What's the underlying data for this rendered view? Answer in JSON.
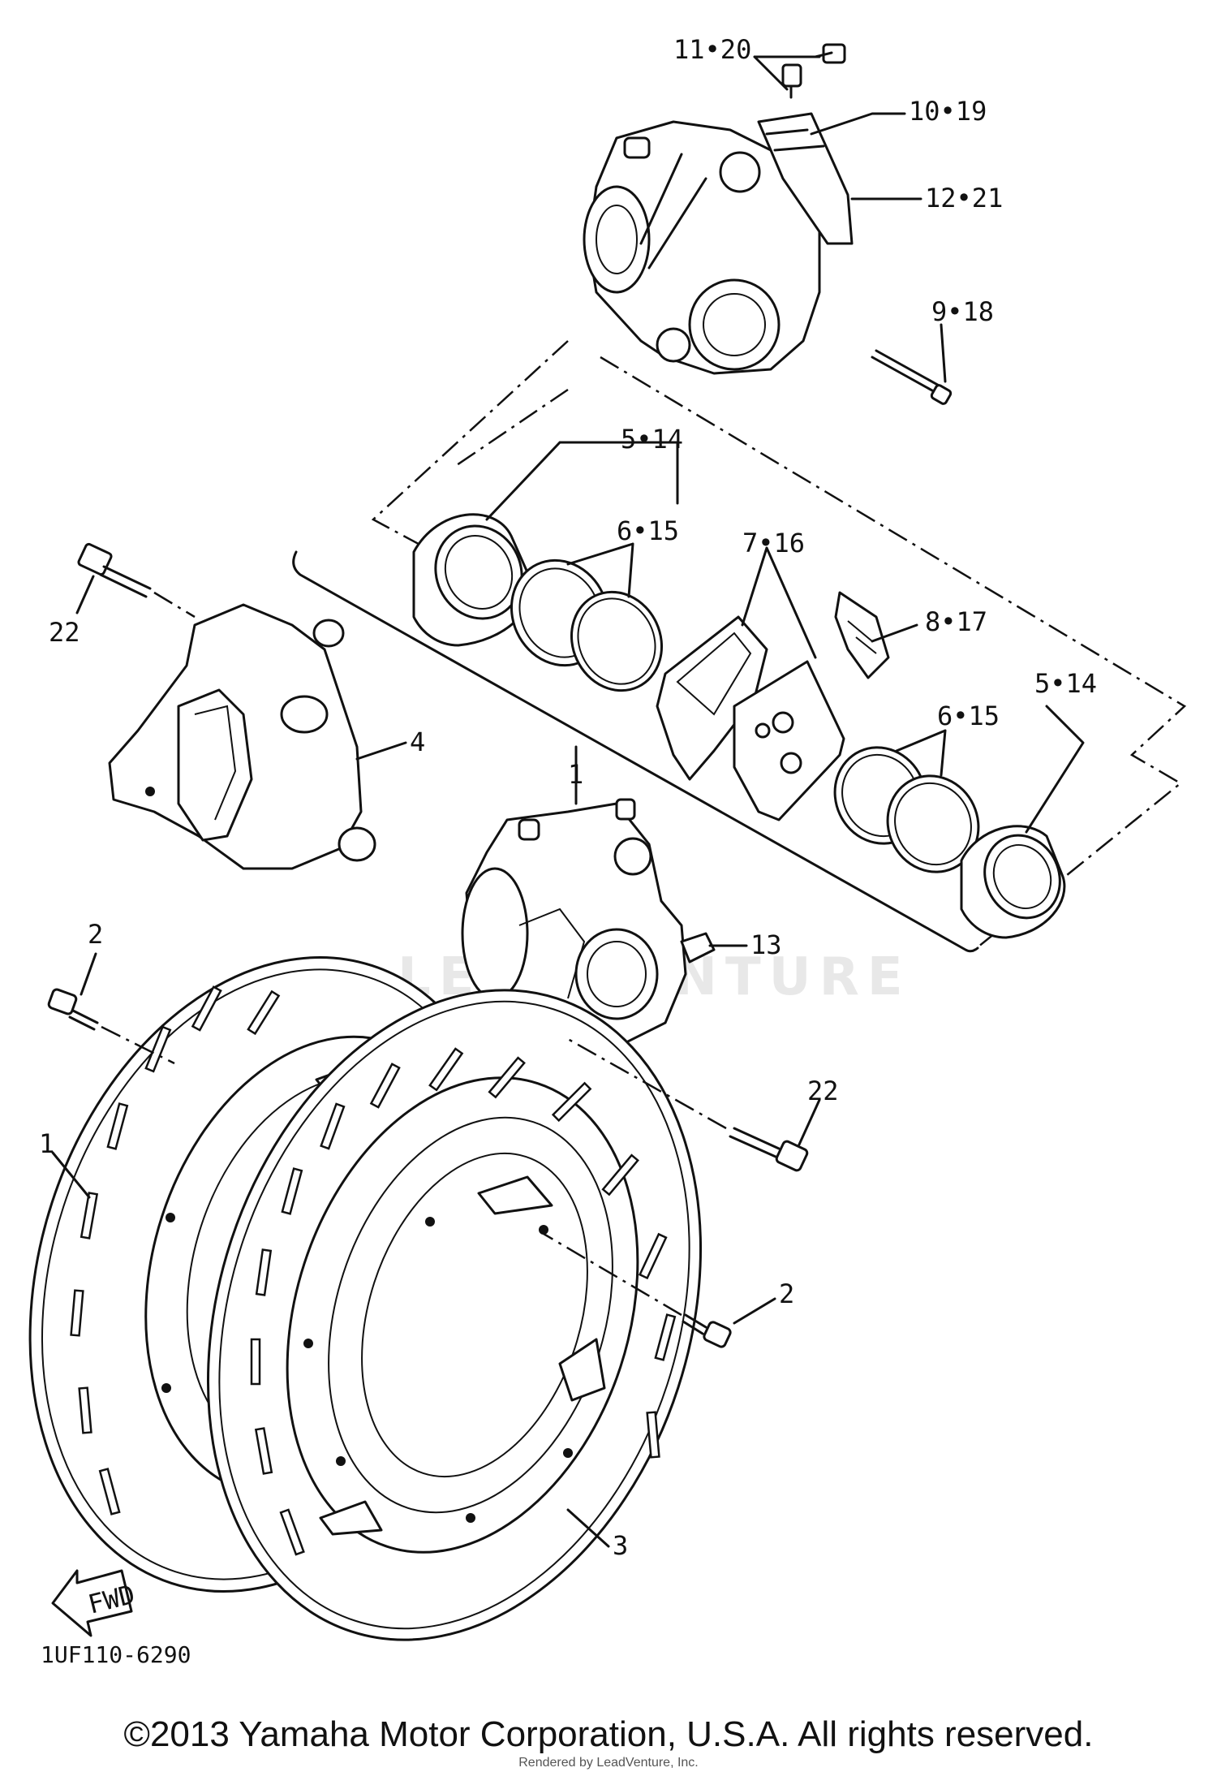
{
  "diagram": {
    "drawing_code": "1UF110-6290",
    "watermark": "LEADVENTURE",
    "copyright": "©2013 Yamaha Motor Corporation, U.S.A. All rights reserved.",
    "rendered_by": "Rendered by LeadVenture, Inc.",
    "direction_arrow": "FWD",
    "callouts": [
      {
        "id": "c-11-20",
        "text": "11•20"
      },
      {
        "id": "c-10-19",
        "text": "10•19"
      },
      {
        "id": "c-12-21",
        "text": "12•21"
      },
      {
        "id": "c-9-18",
        "text": "9•18"
      },
      {
        "id": "c-5-14-a",
        "text": "5•14"
      },
      {
        "id": "c-6-15-a",
        "text": "6•15"
      },
      {
        "id": "c-7-16",
        "text": "7•16"
      },
      {
        "id": "c-8-17",
        "text": "8•17"
      },
      {
        "id": "c-6-15-b",
        "text": "6•15"
      },
      {
        "id": "c-5-14-b",
        "text": "5•14"
      },
      {
        "id": "c-22-a",
        "text": "22"
      },
      {
        "id": "c-4",
        "text": "4"
      },
      {
        "id": "c-1-top",
        "text": "1"
      },
      {
        "id": "c-13",
        "text": "13"
      },
      {
        "id": "c-2-a",
        "text": "2"
      },
      {
        "id": "c-22-b",
        "text": "22"
      },
      {
        "id": "c-1",
        "text": "1"
      },
      {
        "id": "c-2-b",
        "text": "2"
      },
      {
        "id": "c-3",
        "text": "3"
      }
    ]
  }
}
